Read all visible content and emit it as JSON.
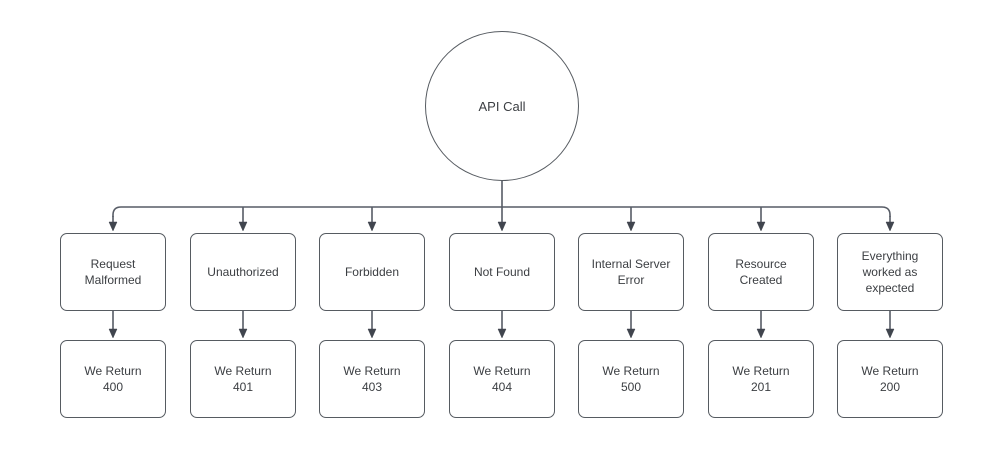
{
  "colors": {
    "background": "#ffffff",
    "line": "#575c66",
    "arrowhead": "#40454e",
    "node_border": "#565b61",
    "text": "#3b3e42"
  },
  "diagram": {
    "root_label": "API Call",
    "branches": [
      {
        "label": "Request\nMalformed",
        "result": "We Return\n400"
      },
      {
        "label": "Unauthorized",
        "result": "We Return\n401"
      },
      {
        "label": "Forbidden",
        "result": "We Return\n403"
      },
      {
        "label": "Not Found",
        "result": "We Return\n404"
      },
      {
        "label": "Internal Server\nError",
        "result": "We Return\n500"
      },
      {
        "label": "Resource\nCreated",
        "result": "We Return\n201"
      },
      {
        "label": "Everything\nworked as\nexpected",
        "result": "We Return\n200"
      }
    ]
  }
}
